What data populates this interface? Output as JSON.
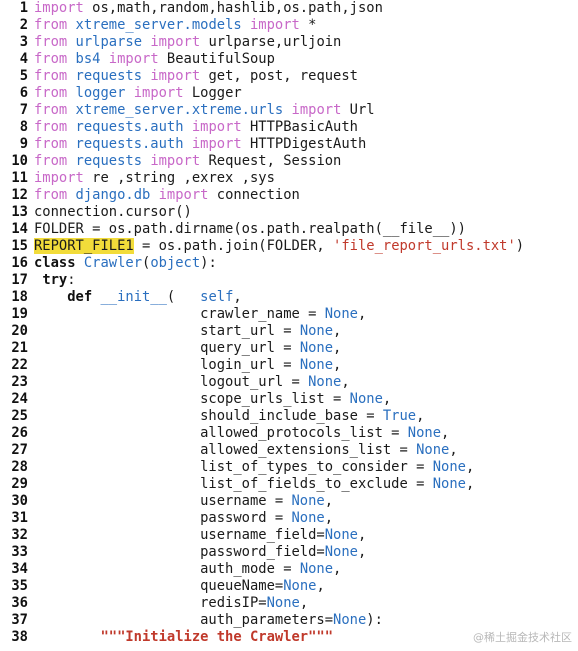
{
  "editor": {
    "lines": [
      {
        "num": "1",
        "tokens": [
          {
            "t": "import",
            "c": "kw"
          },
          {
            "t": " os,math,random,hashlib,os.path,json",
            "c": "id"
          }
        ]
      },
      {
        "num": "2",
        "tokens": [
          {
            "t": "from",
            "c": "kw"
          },
          {
            "t": " ",
            "c": "id"
          },
          {
            "t": "xtreme_server.models",
            "c": "mod"
          },
          {
            "t": " ",
            "c": "id"
          },
          {
            "t": "import",
            "c": "kw"
          },
          {
            "t": " *",
            "c": "id"
          }
        ]
      },
      {
        "num": "3",
        "tokens": [
          {
            "t": "from",
            "c": "kw"
          },
          {
            "t": " ",
            "c": "id"
          },
          {
            "t": "urlparse",
            "c": "mod"
          },
          {
            "t": " ",
            "c": "id"
          },
          {
            "t": "import",
            "c": "kw"
          },
          {
            "t": " urlparse,urljoin",
            "c": "id"
          }
        ]
      },
      {
        "num": "4",
        "tokens": [
          {
            "t": "from",
            "c": "kw"
          },
          {
            "t": " ",
            "c": "id"
          },
          {
            "t": "bs4",
            "c": "mod"
          },
          {
            "t": " ",
            "c": "id"
          },
          {
            "t": "import",
            "c": "kw"
          },
          {
            "t": " BeautifulSoup",
            "c": "id"
          }
        ]
      },
      {
        "num": "5",
        "tokens": [
          {
            "t": "from",
            "c": "kw"
          },
          {
            "t": " ",
            "c": "id"
          },
          {
            "t": "requests",
            "c": "mod"
          },
          {
            "t": " ",
            "c": "id"
          },
          {
            "t": "import",
            "c": "kw"
          },
          {
            "t": " get, post, request",
            "c": "id"
          }
        ]
      },
      {
        "num": "6",
        "tokens": [
          {
            "t": "from",
            "c": "kw"
          },
          {
            "t": " ",
            "c": "id"
          },
          {
            "t": "logger",
            "c": "mod"
          },
          {
            "t": " ",
            "c": "id"
          },
          {
            "t": "import",
            "c": "kw"
          },
          {
            "t": " Logger",
            "c": "id"
          }
        ]
      },
      {
        "num": "7",
        "tokens": [
          {
            "t": "from",
            "c": "kw"
          },
          {
            "t": " ",
            "c": "id"
          },
          {
            "t": "xtreme_server.xtreme.urls",
            "c": "mod"
          },
          {
            "t": " ",
            "c": "id"
          },
          {
            "t": "import",
            "c": "kw"
          },
          {
            "t": " Url",
            "c": "id"
          }
        ]
      },
      {
        "num": "8",
        "tokens": [
          {
            "t": "from",
            "c": "kw"
          },
          {
            "t": " ",
            "c": "id"
          },
          {
            "t": "requests.auth",
            "c": "mod"
          },
          {
            "t": " ",
            "c": "id"
          },
          {
            "t": "import",
            "c": "kw"
          },
          {
            "t": " HTTPBasicAuth",
            "c": "id"
          }
        ]
      },
      {
        "num": "9",
        "tokens": [
          {
            "t": "from",
            "c": "kw"
          },
          {
            "t": " ",
            "c": "id"
          },
          {
            "t": "requests.auth",
            "c": "mod"
          },
          {
            "t": " ",
            "c": "id"
          },
          {
            "t": "import",
            "c": "kw"
          },
          {
            "t": " HTTPDigestAuth",
            "c": "id"
          }
        ]
      },
      {
        "num": "10",
        "tokens": [
          {
            "t": "from",
            "c": "kw"
          },
          {
            "t": " ",
            "c": "id"
          },
          {
            "t": "requests",
            "c": "mod"
          },
          {
            "t": " ",
            "c": "id"
          },
          {
            "t": "import",
            "c": "kw"
          },
          {
            "t": " Request, Session",
            "c": "id"
          }
        ]
      },
      {
        "num": "11",
        "tokens": [
          {
            "t": "import",
            "c": "kw"
          },
          {
            "t": " re ,string ,exrex ,sys",
            "c": "id"
          }
        ]
      },
      {
        "num": "12",
        "tokens": [
          {
            "t": "from",
            "c": "kw"
          },
          {
            "t": " ",
            "c": "id"
          },
          {
            "t": "django.db",
            "c": "mod"
          },
          {
            "t": " ",
            "c": "id"
          },
          {
            "t": "import",
            "c": "kw"
          },
          {
            "t": " connection",
            "c": "id"
          }
        ]
      },
      {
        "num": "13",
        "tokens": [
          {
            "t": "connection.cursor()",
            "c": "id"
          }
        ]
      },
      {
        "num": "14",
        "tokens": [
          {
            "t": "FOLDER = os.path.dirname(os.path.realpath(__file__))",
            "c": "id"
          }
        ]
      },
      {
        "num": "15",
        "tokens": [
          {
            "t": "REPORT_FILE1",
            "c": "hl"
          },
          {
            "t": " = os.path.join(FOLDER, ",
            "c": "id"
          },
          {
            "t": "'file_report_urls.txt'",
            "c": "str"
          },
          {
            "t": ")",
            "c": "id"
          }
        ]
      },
      {
        "num": "16",
        "tokens": [
          {
            "t": "class",
            "c": "kwb"
          },
          {
            "t": " ",
            "c": "id"
          },
          {
            "t": "Crawler",
            "c": "cls"
          },
          {
            "t": "(",
            "c": "id"
          },
          {
            "t": "object",
            "c": "cls"
          },
          {
            "t": "):",
            "c": "id"
          }
        ]
      },
      {
        "num": "17",
        "tokens": [
          {
            "t": " ",
            "c": "id"
          },
          {
            "t": "try",
            "c": "kwb"
          },
          {
            "t": ":",
            "c": "id"
          }
        ]
      },
      {
        "num": "18",
        "tokens": [
          {
            "t": "    ",
            "c": "id"
          },
          {
            "t": "def",
            "c": "kwb"
          },
          {
            "t": " ",
            "c": "id"
          },
          {
            "t": "__init__",
            "c": "func"
          },
          {
            "t": "(   ",
            "c": "id"
          },
          {
            "t": "self",
            "c": "cls"
          },
          {
            "t": ",",
            "c": "id"
          }
        ]
      },
      {
        "num": "19",
        "tokens": [
          {
            "t": "                    crawler_name = ",
            "c": "id"
          },
          {
            "t": "None",
            "c": "const"
          },
          {
            "t": ",",
            "c": "id"
          }
        ]
      },
      {
        "num": "20",
        "tokens": [
          {
            "t": "                    start_url = ",
            "c": "id"
          },
          {
            "t": "None",
            "c": "const"
          },
          {
            "t": ",",
            "c": "id"
          }
        ]
      },
      {
        "num": "21",
        "tokens": [
          {
            "t": "                    query_url = ",
            "c": "id"
          },
          {
            "t": "None",
            "c": "const"
          },
          {
            "t": ",",
            "c": "id"
          }
        ]
      },
      {
        "num": "22",
        "tokens": [
          {
            "t": "                    login_url = ",
            "c": "id"
          },
          {
            "t": "None",
            "c": "const"
          },
          {
            "t": ",",
            "c": "id"
          }
        ]
      },
      {
        "num": "23",
        "tokens": [
          {
            "t": "                    logout_url = ",
            "c": "id"
          },
          {
            "t": "None",
            "c": "const"
          },
          {
            "t": ",",
            "c": "id"
          }
        ]
      },
      {
        "num": "24",
        "tokens": [
          {
            "t": "                    scope_urls_list = ",
            "c": "id"
          },
          {
            "t": "None",
            "c": "const"
          },
          {
            "t": ",",
            "c": "id"
          }
        ]
      },
      {
        "num": "25",
        "tokens": [
          {
            "t": "                    should_include_base = ",
            "c": "id"
          },
          {
            "t": "True",
            "c": "const"
          },
          {
            "t": ",",
            "c": "id"
          }
        ]
      },
      {
        "num": "26",
        "tokens": [
          {
            "t": "                    allowed_protocols_list = ",
            "c": "id"
          },
          {
            "t": "None",
            "c": "const"
          },
          {
            "t": ",",
            "c": "id"
          }
        ]
      },
      {
        "num": "27",
        "tokens": [
          {
            "t": "                    allowed_extensions_list = ",
            "c": "id"
          },
          {
            "t": "None",
            "c": "const"
          },
          {
            "t": ",",
            "c": "id"
          }
        ]
      },
      {
        "num": "28",
        "tokens": [
          {
            "t": "                    list_of_types_to_consider = ",
            "c": "id"
          },
          {
            "t": "None",
            "c": "const"
          },
          {
            "t": ",",
            "c": "id"
          }
        ]
      },
      {
        "num": "29",
        "tokens": [
          {
            "t": "                    list_of_fields_to_exclude = ",
            "c": "id"
          },
          {
            "t": "None",
            "c": "const"
          },
          {
            "t": ",",
            "c": "id"
          }
        ]
      },
      {
        "num": "30",
        "tokens": [
          {
            "t": "                    username = ",
            "c": "id"
          },
          {
            "t": "None",
            "c": "const"
          },
          {
            "t": ",",
            "c": "id"
          }
        ]
      },
      {
        "num": "31",
        "tokens": [
          {
            "t": "                    password = ",
            "c": "id"
          },
          {
            "t": "None",
            "c": "const"
          },
          {
            "t": ",",
            "c": "id"
          }
        ]
      },
      {
        "num": "32",
        "tokens": [
          {
            "t": "                    username_field=",
            "c": "id"
          },
          {
            "t": "None",
            "c": "const"
          },
          {
            "t": ",",
            "c": "id"
          }
        ]
      },
      {
        "num": "33",
        "tokens": [
          {
            "t": "                    password_field=",
            "c": "id"
          },
          {
            "t": "None",
            "c": "const"
          },
          {
            "t": ",",
            "c": "id"
          }
        ]
      },
      {
        "num": "34",
        "tokens": [
          {
            "t": "                    auth_mode = ",
            "c": "id"
          },
          {
            "t": "None",
            "c": "const"
          },
          {
            "t": ",",
            "c": "id"
          }
        ]
      },
      {
        "num": "35",
        "tokens": [
          {
            "t": "                    queueName=",
            "c": "id"
          },
          {
            "t": "None",
            "c": "const"
          },
          {
            "t": ",",
            "c": "id"
          }
        ]
      },
      {
        "num": "36",
        "tokens": [
          {
            "t": "                    redisIP=",
            "c": "id"
          },
          {
            "t": "None",
            "c": "const"
          },
          {
            "t": ",",
            "c": "id"
          }
        ]
      },
      {
        "num": "37",
        "tokens": [
          {
            "t": "                    auth_parameters=",
            "c": "id"
          },
          {
            "t": "None",
            "c": "const"
          },
          {
            "t": "):",
            "c": "id"
          }
        ]
      },
      {
        "num": "38",
        "tokens": [
          {
            "t": "        ",
            "c": "id"
          },
          {
            "t": "\"\"\"Initialize the Crawler\"\"\"",
            "c": "doc"
          }
        ]
      }
    ]
  },
  "watermark": "@稀土掘金技术社区",
  "colors": {
    "keyword": "#c868c8",
    "module": "#2a6fbf",
    "string": "#c0392b",
    "highlight": "#f2dc3a"
  }
}
